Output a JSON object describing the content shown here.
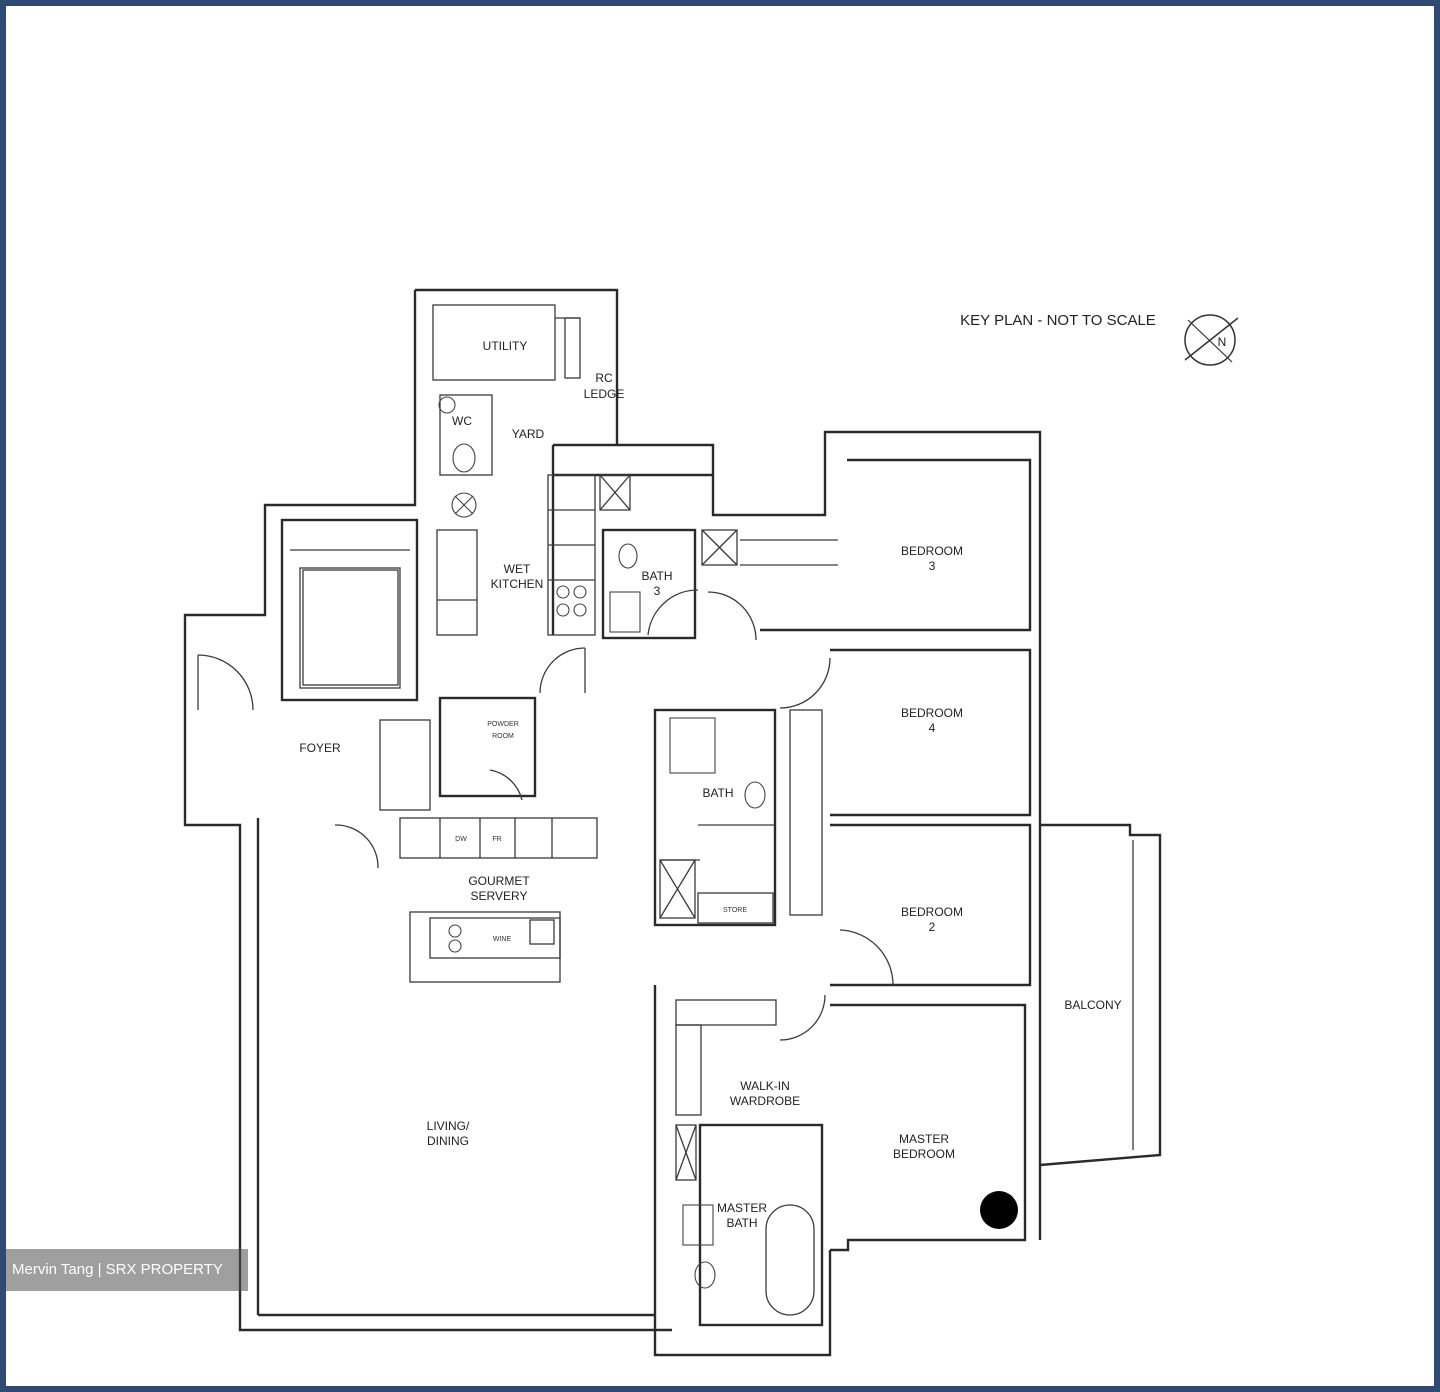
{
  "key_plan": "KEY PLAN - NOT TO SCALE",
  "compass_letter": "N",
  "rooms": {
    "utility": "UTILITY",
    "rc_ledge_1": "RC",
    "rc_ledge_2": "LEDGE",
    "wc": "WC",
    "yard": "YARD",
    "wet_kitchen_1": "WET",
    "wet_kitchen_2": "KITCHEN",
    "bath3_1": "BATH",
    "bath3_2": "3",
    "bedroom3_1": "BEDROOM",
    "bedroom3_2": "3",
    "bedroom4_1": "BEDROOM",
    "bedroom4_2": "4",
    "bath2": "BATH",
    "store": "STORE",
    "bedroom2_1": "BEDROOM",
    "bedroom2_2": "2",
    "balcony": "BALCONY",
    "gourmet_1": "GOURMET",
    "gourmet_2": "SERVERY",
    "wine": "WINE",
    "walkin_1": "WALK-IN",
    "walkin_2": "WARDROBE",
    "living_1": "LIVING/",
    "living_2": "DINING",
    "master_bed_1": "MASTER",
    "master_bed_2": "BEDROOM",
    "master_bath_1": "MASTER",
    "master_bath_2": "BATH",
    "powder_1": "POWDER",
    "powder_2": "ROOM",
    "entrance": "FOYER",
    "dw": "DW",
    "fridge": "FR"
  },
  "watermark": "Mervin Tang | SRX PROPERTY",
  "colors": {
    "frame": "#2f4a73",
    "ink": "#222222",
    "marker": "#000000"
  }
}
